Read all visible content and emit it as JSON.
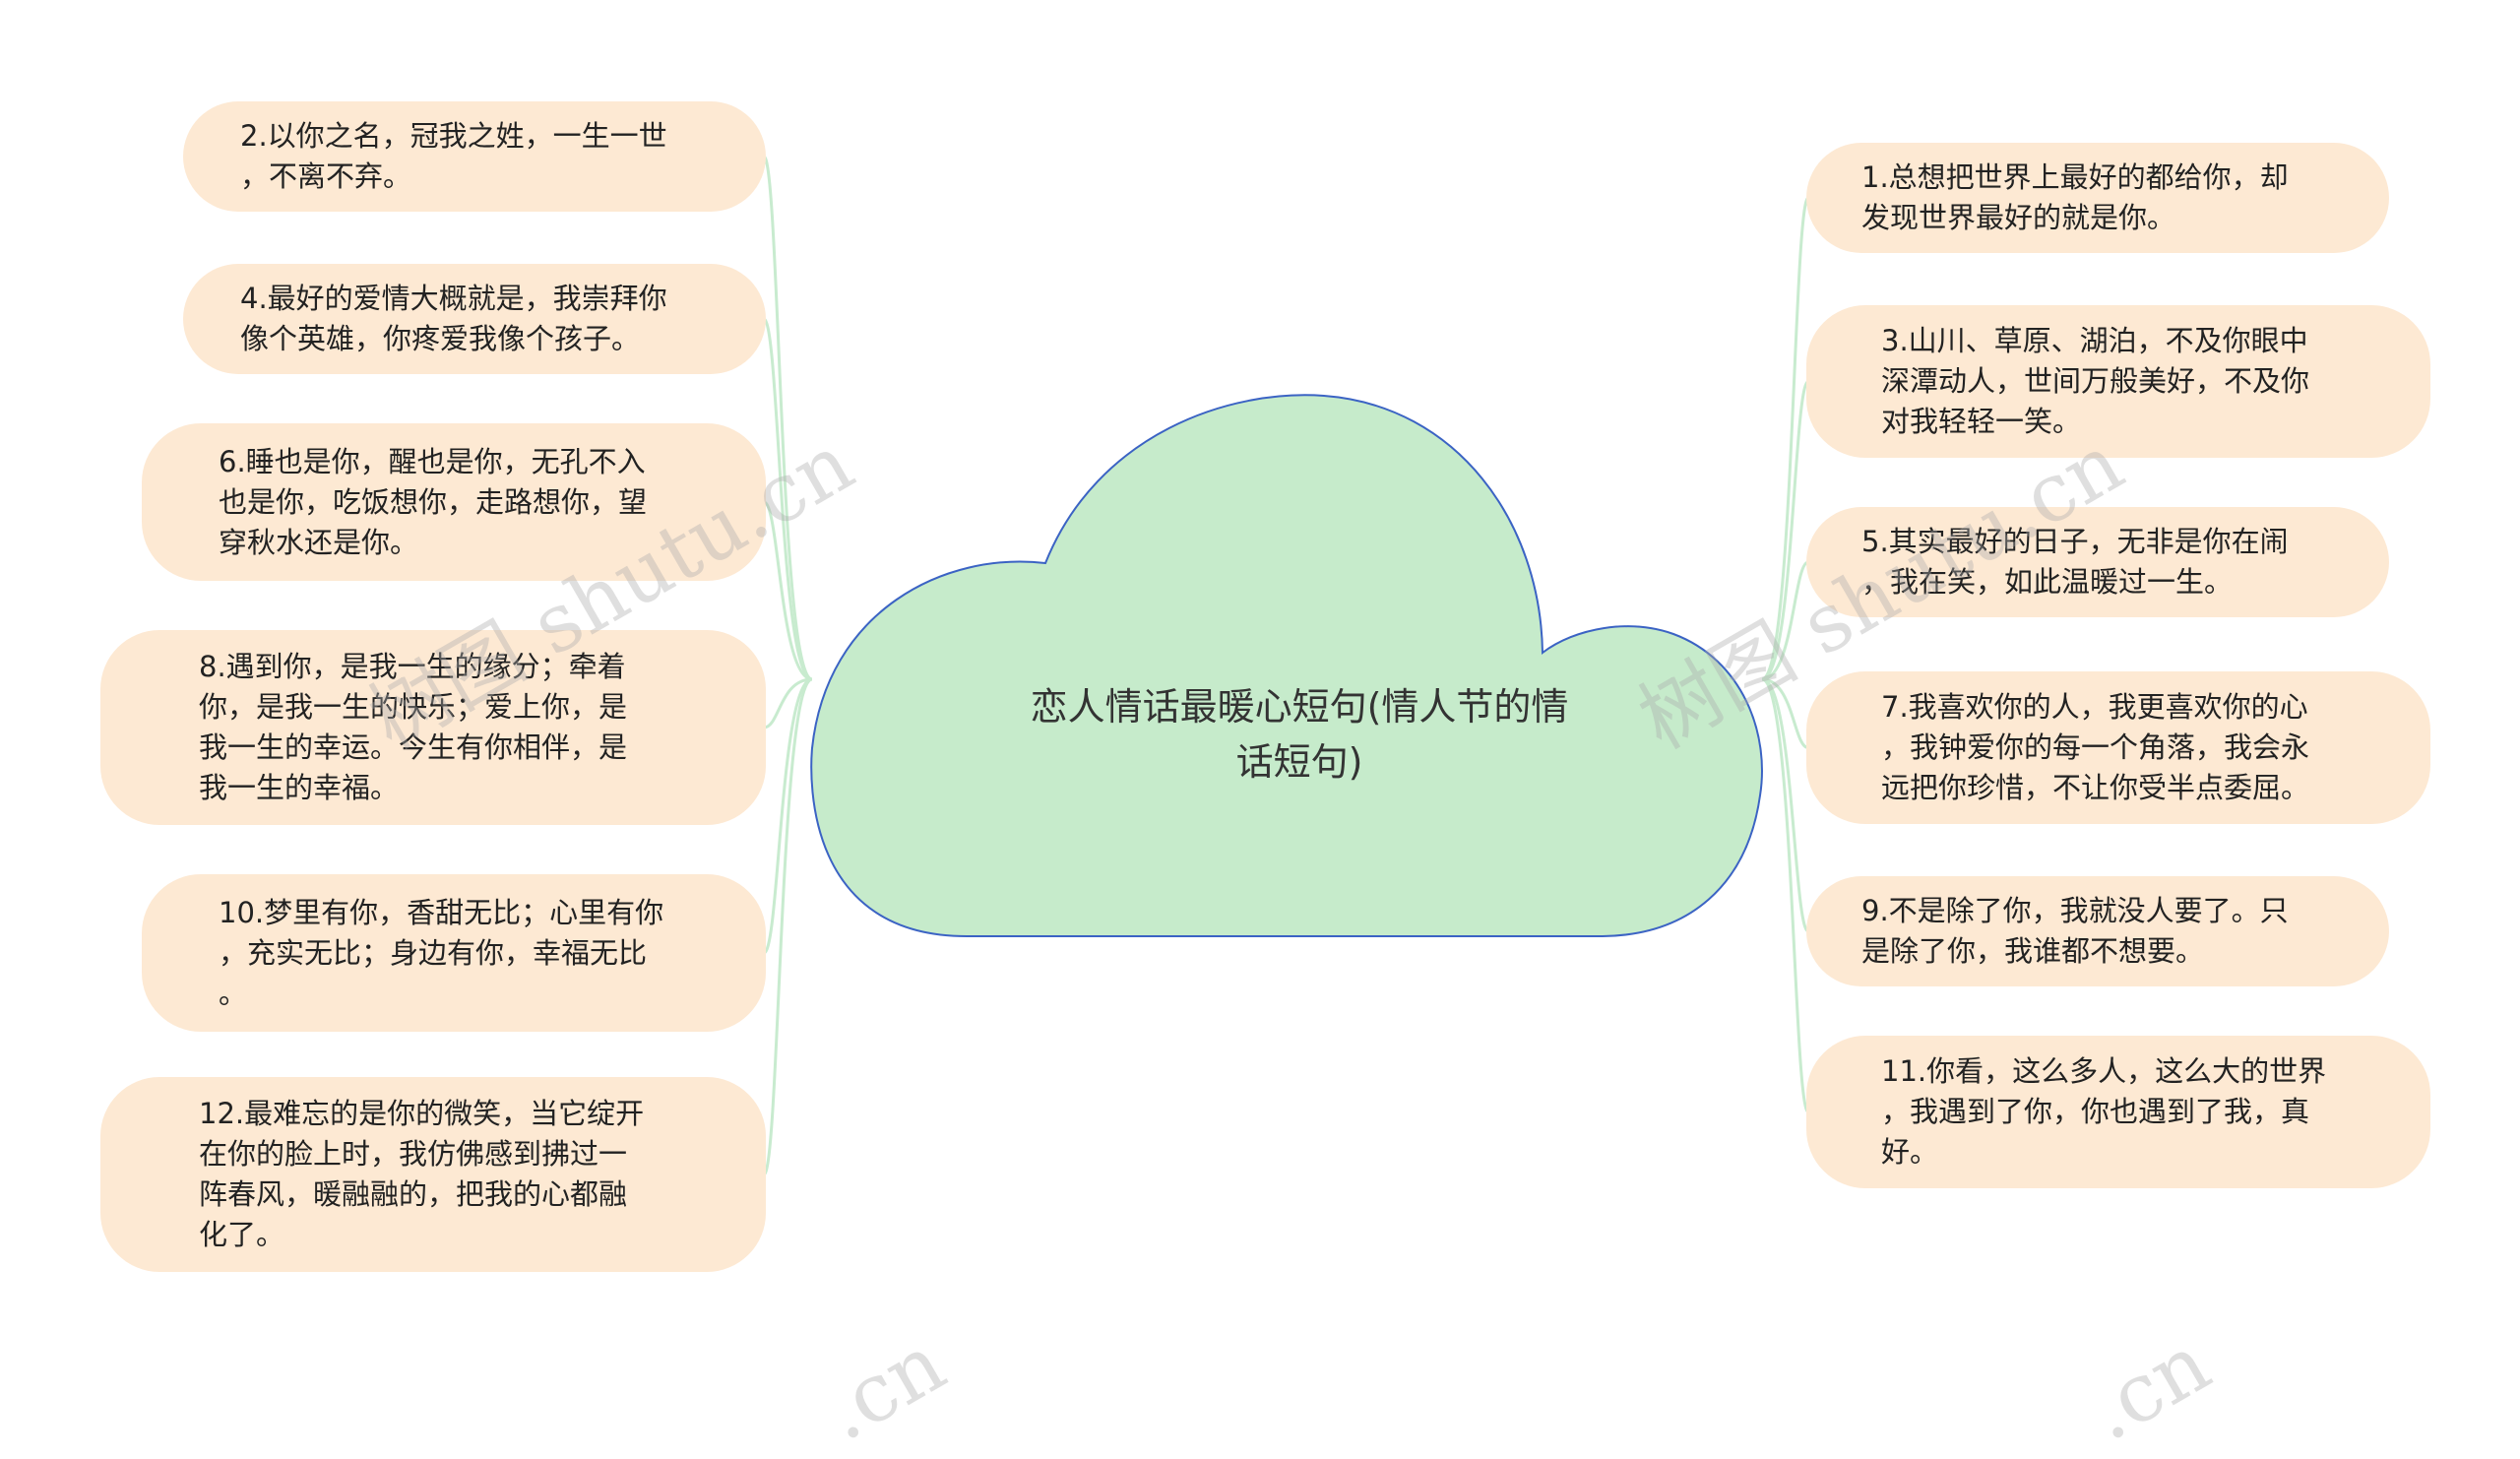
{
  "center": {
    "title": "恋人情话最暖心短句(情人节的情话短句)"
  },
  "left_nodes": [
    "2.以你之名，冠我之姓，一生一世\n，不离不弃。",
    "4.最好的爱情大概就是，我崇拜你\n像个英雄，你疼爱我像个孩子。",
    "6.睡也是你，醒也是你，无孔不入\n也是你，吃饭想你，走路想你，望\n穿秋水还是你。",
    "8.遇到你，是我一生的缘分；牵着\n你，是我一生的快乐；爱上你，是\n我一生的幸运。今生有你相伴，是\n我一生的幸福。",
    "10.梦里有你，香甜无比；心里有你\n，充实无比；身边有你，幸福无比\n。",
    "12.最难忘的是你的微笑，当它绽开\n在你的脸上时，我仿佛感到拂过一\n阵春风，暖融融的，把我的心都融\n化了。"
  ],
  "right_nodes": [
    "1.总想把世界上最好的都给你，却\n发现世界最好的就是你。",
    "3.山川、草原、湖泊，不及你眼中\n深潭动人，世间万般美好，不及你\n对我轻轻一笑。",
    "5.其实最好的日子，无非是你在闹\n，我在笑，如此温暖过一生。",
    "7.我喜欢你的人，我更喜欢你的心\n，我钟爱你的每一个角落，我会永\n远把你珍惜，不让你受半点委屈。",
    "9.不是除了你，我就没人要了。只\n是除了你，我谁都不想要。",
    "11.你看，这么多人，这么大的世界\n，我遇到了你，你也遇到了我，真\n好。"
  ],
  "watermark": {
    "text": "树图 shutu.cn",
    "text_partial": ".cn"
  },
  "colors": {
    "cloud_fill": "#c6ebcb",
    "cloud_stroke": "#3b63c4",
    "node_fill": "#fde9d3",
    "connector": "#c8ebcf"
  }
}
